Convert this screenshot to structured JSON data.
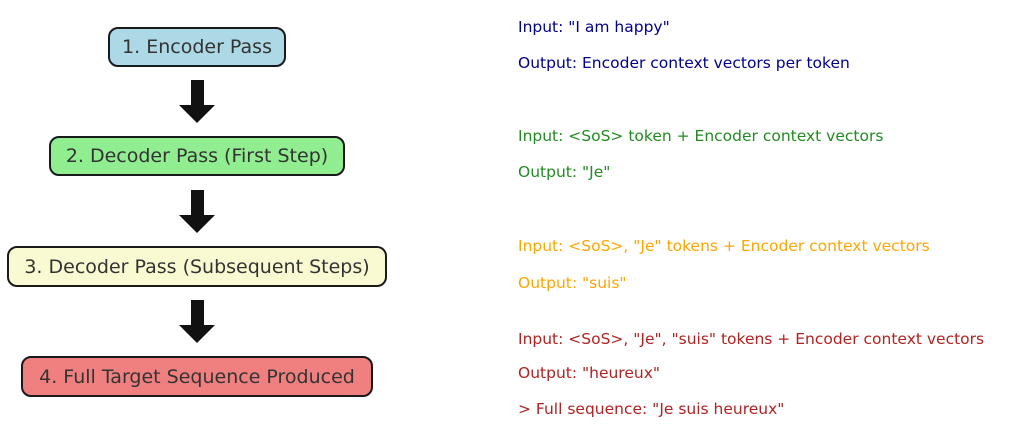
{
  "diagram": {
    "border_color": "#1a1a1a",
    "arrow_color": "#111111",
    "box_text_color": "#333333",
    "boxes": [
      {
        "label": "1. Encoder Pass",
        "fill": "#ADD8E6"
      },
      {
        "label": "2. Decoder Pass (First Step)",
        "fill": "#90EE90"
      },
      {
        "label": "3. Decoder Pass (Subsequent Steps)",
        "fill": "#FAFAD2"
      },
      {
        "label": "4. Full Target Sequence Produced",
        "fill": "#F08080"
      }
    ]
  },
  "annotations": {
    "encoder": {
      "color": "#00008B",
      "input": "Input: \"I am happy\"",
      "output": "Output: Encoder context vectors per token"
    },
    "decoder_first": {
      "color": "#228B22",
      "input": "Input: <SoS> token + Encoder context vectors",
      "output": "Output: \"Je\""
    },
    "decoder_subsequent": {
      "color": "#FFA500",
      "input": "Input: <SoS>, \"Je\" tokens + Encoder context vectors",
      "output": "Output: \"suis\""
    },
    "final": {
      "color": "#B22222",
      "input": "Input: <SoS>, \"Je\", \"suis\" tokens + Encoder context vectors",
      "output": "Output: \"heureux\"",
      "full_sequence": "> Full sequence: \"Je suis heureux\""
    }
  }
}
